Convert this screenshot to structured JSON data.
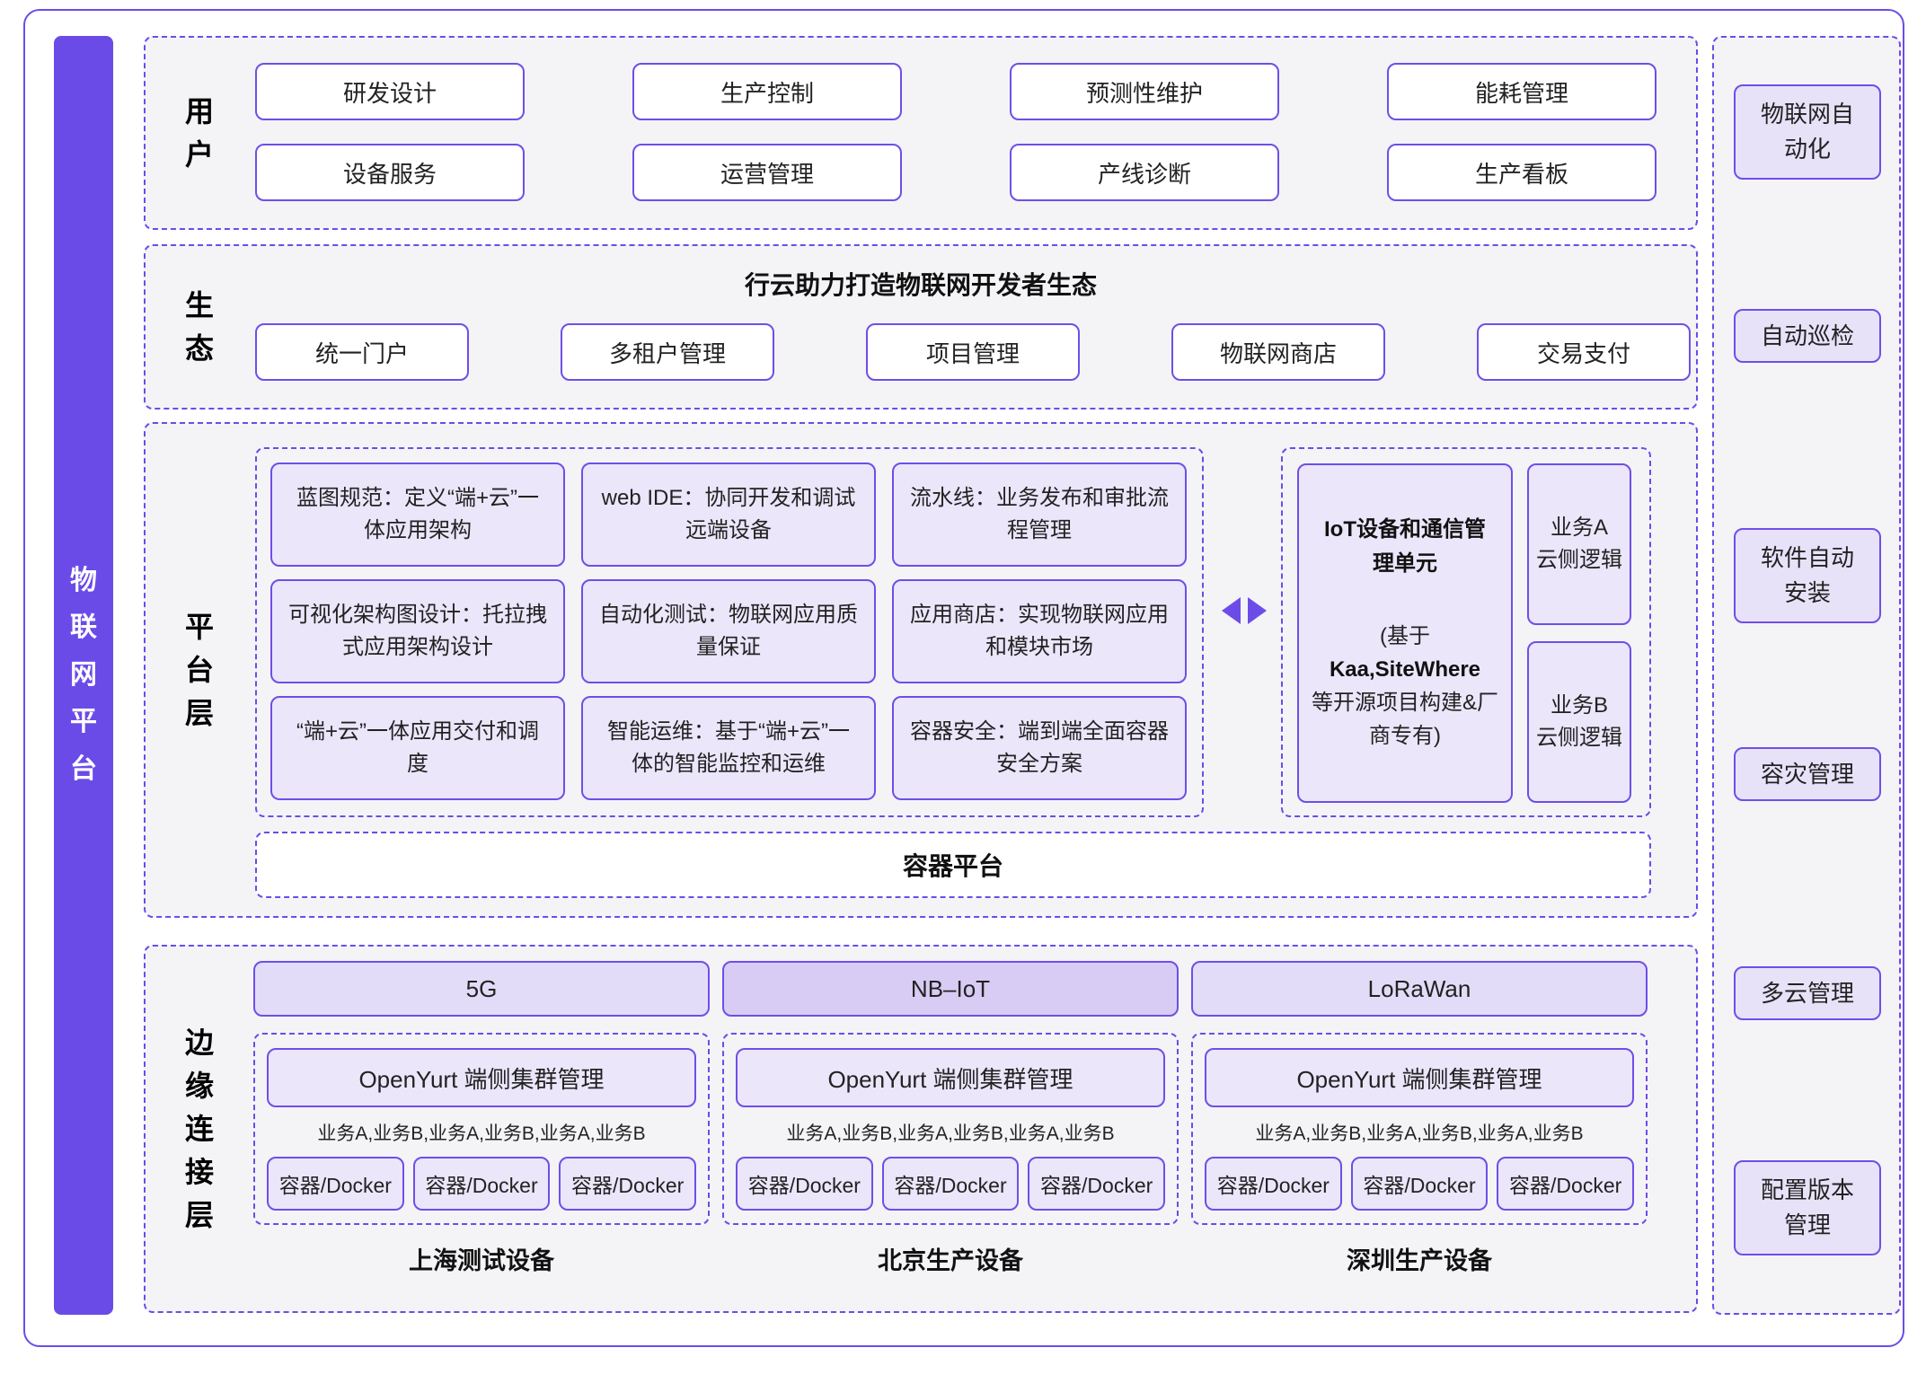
{
  "accent_color": "#6C4CE8",
  "left_bar": {
    "title": "物联网平台"
  },
  "user_section": {
    "label": "用户",
    "boxes": [
      "研发设计",
      "生产控制",
      "预测性维护",
      "能耗管理",
      "设备服务",
      "运营管理",
      "产线诊断",
      "生产看板"
    ]
  },
  "eco_section": {
    "label": "生态",
    "title": "行云助力打造物联网开发者生态",
    "boxes": [
      "统一门户",
      "多租户管理",
      "项目管理",
      "物联网商店",
      "交易支付"
    ]
  },
  "platform_section": {
    "label": "平台层",
    "cells": [
      "蓝图规范：定义“端+云”一体应用架构",
      "web IDE：协同开发和调试远端设备",
      "流水线：业务发布和审批流程管理",
      "可视化架构图设计：托拉拽式应用架构设计",
      "自动化测试：物联网应用质量保证",
      "应用商店：实现物联网应用和模块市场",
      "“端+云”一体应用交付和调度",
      "智能运维：基于“端+云”一体的智能监控和运维",
      "容器安全：端到端全面容器安全方案"
    ],
    "iot_unit": {
      "title": "IoT设备和通信管理单元",
      "sub_prefix": "(基于",
      "sub_bold": "Kaa,SiteWhere",
      "sub_suffix": "等开源项目构建&厂商专有)"
    },
    "business_boxes": [
      {
        "line1": "业务A",
        "line2": "云侧逻辑"
      },
      {
        "line1": "业务B",
        "line2": "云侧逻辑"
      }
    ],
    "container_platform": "容器平台"
  },
  "edge_section": {
    "label": "边缘连接层",
    "groups": [
      {
        "network": "5G",
        "cluster": "OpenYurt 端侧集群管理",
        "services": "业务A,业务B,业务A,业务B,业务A,业务B",
        "containers": [
          "容器/Docker",
          "容器/Docker",
          "容器/Docker"
        ],
        "caption": "上海测试设备"
      },
      {
        "network": "NB–IoT",
        "cluster": "OpenYurt 端侧集群管理",
        "services": "业务A,业务B,业务A,业务B,业务A,业务B",
        "containers": [
          "容器/Docker",
          "容器/Docker",
          "容器/Docker"
        ],
        "caption": "北京生产设备"
      },
      {
        "network": "LoRaWan",
        "cluster": "OpenYurt 端侧集群管理",
        "services": "业务A,业务B,业务A,业务B,业务A,业务B",
        "containers": [
          "容器/Docker",
          "容器/Docker",
          "容器/Docker"
        ],
        "caption": "深圳生产设备"
      }
    ]
  },
  "right_sidebar": {
    "items": [
      "物联网自动化",
      "自动巡检",
      "软件自动安装",
      "容灾管理",
      "多云管理",
      "配置版本管理"
    ]
  }
}
